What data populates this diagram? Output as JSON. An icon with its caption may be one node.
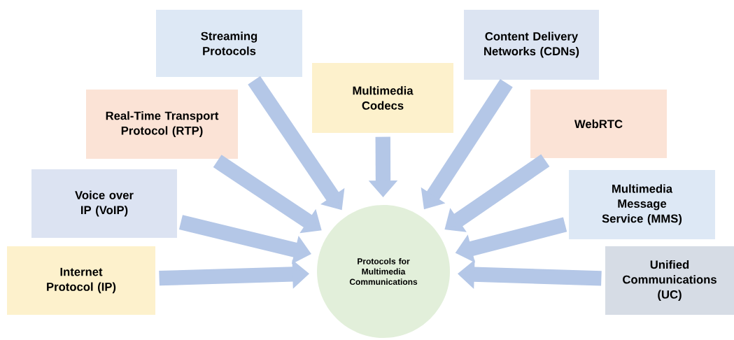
{
  "diagram": {
    "nodes": [
      {
        "text": [
          "Streaming Protocols"
        ]
      },
      {
        "text": [
          "Content Delivery Networks (CDNs)"
        ]
      },
      {
        "text": [
          "Multimedia Codecs"
        ]
      },
      {
        "text": [
          "Real-Time Transport Protocol (RTP)"
        ]
      },
      {
        "text": [
          "WebRTC"
        ]
      },
      {
        "text": [
          "Voice over IP (VoIP)"
        ]
      },
      {
        "text": [
          "Multimedia Message Service (MMS)"
        ]
      },
      {
        "text": [
          "Internet Protocol (IP)"
        ]
      },
      {
        "text": [
          "Unified Communications (UC)"
        ]
      },
      {
        "text": [
          "Protocols for Multimedia Communications"
        ]
      }
    ],
    "edges": [
      {
        "from": 0,
        "to": 9,
        "arrow": "to"
      },
      {
        "from": 1,
        "to": 9,
        "arrow": "to"
      },
      {
        "from": 2,
        "to": 9,
        "arrow": "to"
      },
      {
        "from": 3,
        "to": 9,
        "arrow": "to"
      },
      {
        "from": 4,
        "to": 9,
        "arrow": "to"
      },
      {
        "from": 5,
        "to": 9,
        "arrow": "to"
      },
      {
        "from": 6,
        "to": 9,
        "arrow": "to"
      },
      {
        "from": 7,
        "to": 9,
        "arrow": "to"
      },
      {
        "from": 8,
        "to": 9,
        "arrow": "to"
      }
    ]
  }
}
